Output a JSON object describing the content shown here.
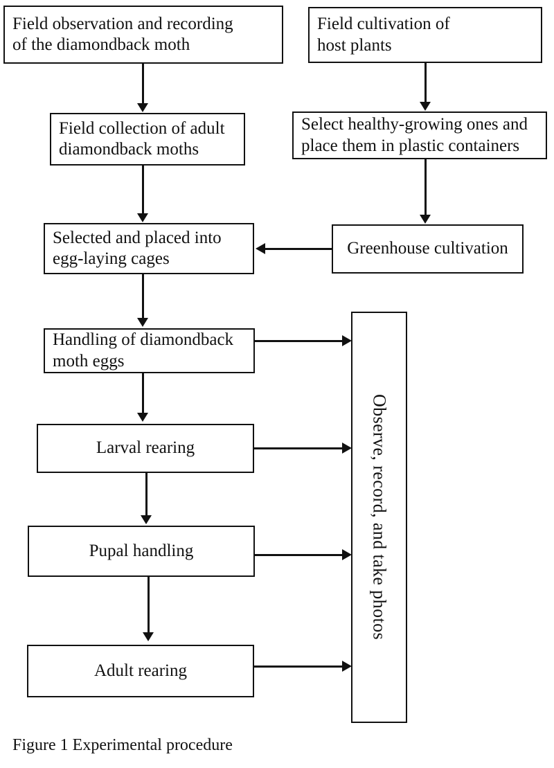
{
  "figure": {
    "caption": "Figure 1 Experimental procedure",
    "colors": {
      "background": "#ffffff",
      "stroke": "#111111",
      "text": "#111111"
    }
  },
  "nodes": {
    "field_observation": "Field observation and recording\nof the diamondback moth",
    "field_cultivation": "Field cultivation of\nhost plants",
    "field_collection": "Field collection of adult\ndiamondback moths",
    "select_healthy": "Select healthy-growing ones and\nplace them in plastic containers",
    "egg_laying_cages": "Selected and placed into\negg-laying cages",
    "greenhouse": "Greenhouse cultivation",
    "egg_handling": "Handling of diamondback\nmoth eggs",
    "larval_rearing": "Larval rearing",
    "pupal_handling": "Pupal handling",
    "adult_rearing": "Adult rearing",
    "observe": "Observe, record, and take photos"
  },
  "chart_data": {
    "type": "diagram",
    "title": "Figure 1 Experimental procedure",
    "diagram_kind": "flowchart",
    "orientation": "top-to-bottom, two parallel columns merging",
    "boxes": [
      {
        "id": "field_observation",
        "label": "Field observation and recording of the diamondback moth",
        "column": "left",
        "row": 1
      },
      {
        "id": "field_cultivation",
        "label": "Field cultivation of host plants",
        "column": "right",
        "row": 1
      },
      {
        "id": "field_collection",
        "label": "Field collection of adult diamondback moths",
        "column": "left",
        "row": 2
      },
      {
        "id": "select_healthy",
        "label": "Select healthy-growing ones and place them in plastic containers",
        "column": "right",
        "row": 2
      },
      {
        "id": "egg_laying_cages",
        "label": "Selected and placed into egg-laying cages",
        "column": "left",
        "row": 3
      },
      {
        "id": "greenhouse",
        "label": "Greenhouse cultivation",
        "column": "right",
        "row": 3
      },
      {
        "id": "egg_handling",
        "label": "Handling of diamondback moth eggs",
        "column": "left",
        "row": 4
      },
      {
        "id": "larval_rearing",
        "label": "Larval rearing",
        "column": "left",
        "row": 5
      },
      {
        "id": "pupal_handling",
        "label": "Pupal handling",
        "column": "left",
        "row": 6
      },
      {
        "id": "adult_rearing",
        "label": "Adult rearing",
        "column": "left",
        "row": 7
      },
      {
        "id": "observe",
        "label": "Observe, record, and take photos",
        "column": "far-right",
        "row": "4-7",
        "text_direction": "vertical"
      }
    ],
    "edges": [
      {
        "from": "field_observation",
        "to": "field_collection",
        "direction": "down"
      },
      {
        "from": "field_collection",
        "to": "egg_laying_cages",
        "direction": "down"
      },
      {
        "from": "field_cultivation",
        "to": "select_healthy",
        "direction": "down"
      },
      {
        "from": "select_healthy",
        "to": "greenhouse",
        "direction": "down"
      },
      {
        "from": "greenhouse",
        "to": "egg_laying_cages",
        "direction": "left"
      },
      {
        "from": "egg_laying_cages",
        "to": "egg_handling",
        "direction": "down"
      },
      {
        "from": "egg_handling",
        "to": "larval_rearing",
        "direction": "down"
      },
      {
        "from": "larval_rearing",
        "to": "pupal_handling",
        "direction": "down"
      },
      {
        "from": "pupal_handling",
        "to": "adult_rearing",
        "direction": "down"
      },
      {
        "from": "egg_handling",
        "to": "observe",
        "direction": "right"
      },
      {
        "from": "larval_rearing",
        "to": "observe",
        "direction": "right"
      },
      {
        "from": "pupal_handling",
        "to": "observe",
        "direction": "right"
      },
      {
        "from": "adult_rearing",
        "to": "observe",
        "direction": "right"
      }
    ]
  }
}
